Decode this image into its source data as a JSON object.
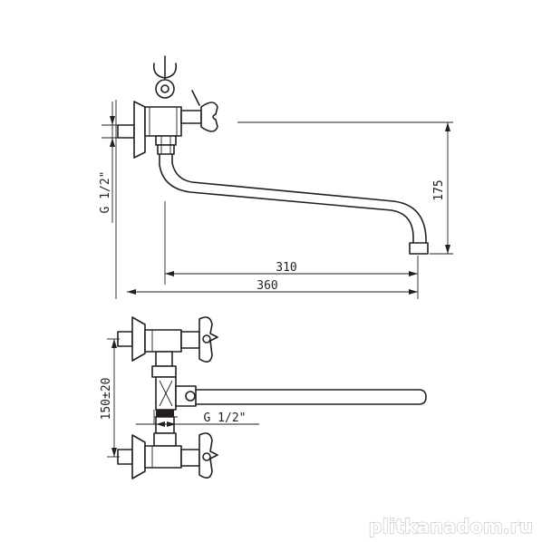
{
  "dimensions": {
    "height_spout": "175",
    "spout_reach": "310",
    "total_length": "360",
    "center_distance": "150±20",
    "thread_side": "G 1/2\"",
    "thread_bottom": "G 1/2\""
  },
  "watermark": "plitkanadom.ru",
  "colors": {
    "line": "#231f20",
    "watermark": "#b5b5b5"
  }
}
